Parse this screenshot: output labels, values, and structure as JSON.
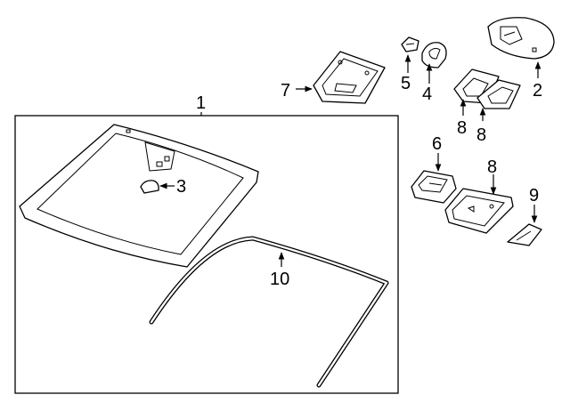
{
  "diagram": {
    "callouts": {
      "c1": "1",
      "c2": "2",
      "c3": "3",
      "c4": "4",
      "c5": "5",
      "c6": "6",
      "c7": "7",
      "c8a": "8",
      "c8b": "8",
      "c8c": "8",
      "c9": "9",
      "c10": "10"
    }
  }
}
